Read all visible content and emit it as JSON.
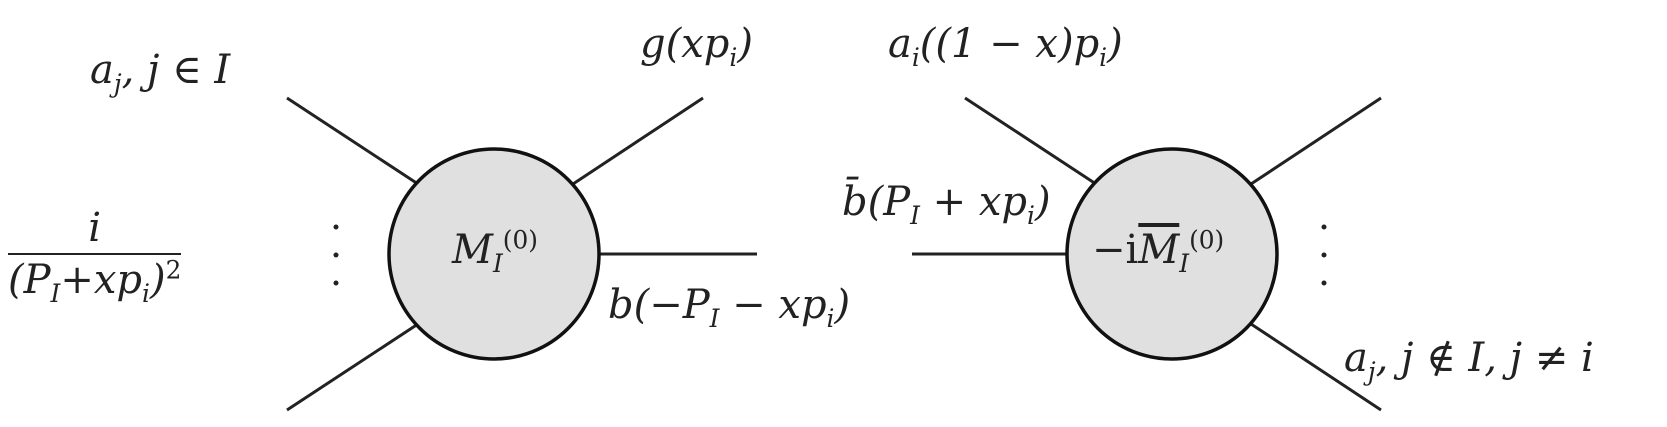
{
  "diagram": {
    "left_blob": {
      "label": "M_I^(0)",
      "label_base": "M",
      "label_sub": "I",
      "label_sup": "(0)",
      "fill": "#e0e0e0",
      "stroke": "#111111"
    },
    "right_blob": {
      "label": "-i M̄_I^(0)",
      "label_prefix": "−i",
      "label_base": "M",
      "label_sub": "I",
      "label_sup": "(0)",
      "fill": "#e0e0e0",
      "stroke": "#111111"
    },
    "labels": {
      "aj_in_I": "a_j, j ∈ I",
      "aj_in_I_parts": {
        "a": "a",
        "sub": "j",
        "rest": ",  j ∈ I"
      },
      "g_xpi": "g(xp_i)",
      "g_parts": {
        "pre": "g(xp",
        "sub": "i",
        "post": ")"
      },
      "ai_1mx": "a_i((1 − x)p_i)",
      "ai_parts": {
        "a": "a",
        "sub1": "i",
        "mid": "((1 − x)p",
        "sub2": "i",
        "post": ")"
      },
      "propagator": "i / (P_I + xp_i)^2",
      "prop_num": "i",
      "prop_den_pre": "(P",
      "prop_den_sub1": "I",
      "prop_den_mid": "+xp",
      "prop_den_sub2": "i",
      "prop_den_post": ")",
      "prop_den_sup": "2",
      "b_minus": "b(−P_I − xp_i)",
      "b_minus_parts": {
        "pre": "b(−P",
        "sub1": "I",
        "mid": " − xp",
        "sub2": "i",
        "post": ")"
      },
      "bbar_plus": "b̄(P_I + xp_i)",
      "bbar_plus_parts": {
        "pre": "b̄(P",
        "sub1": "I",
        "mid": " + xp",
        "sub2": "i",
        "post": ")"
      },
      "aj_notin_I": "a_j, j ∉ I, j ≠ i",
      "aj_notin_parts": {
        "a": "a",
        "sub": "j",
        "rest": ",  j ∉ I,  j ≠ i"
      }
    },
    "ellipsis": "⋮",
    "line_color": "#222222"
  }
}
